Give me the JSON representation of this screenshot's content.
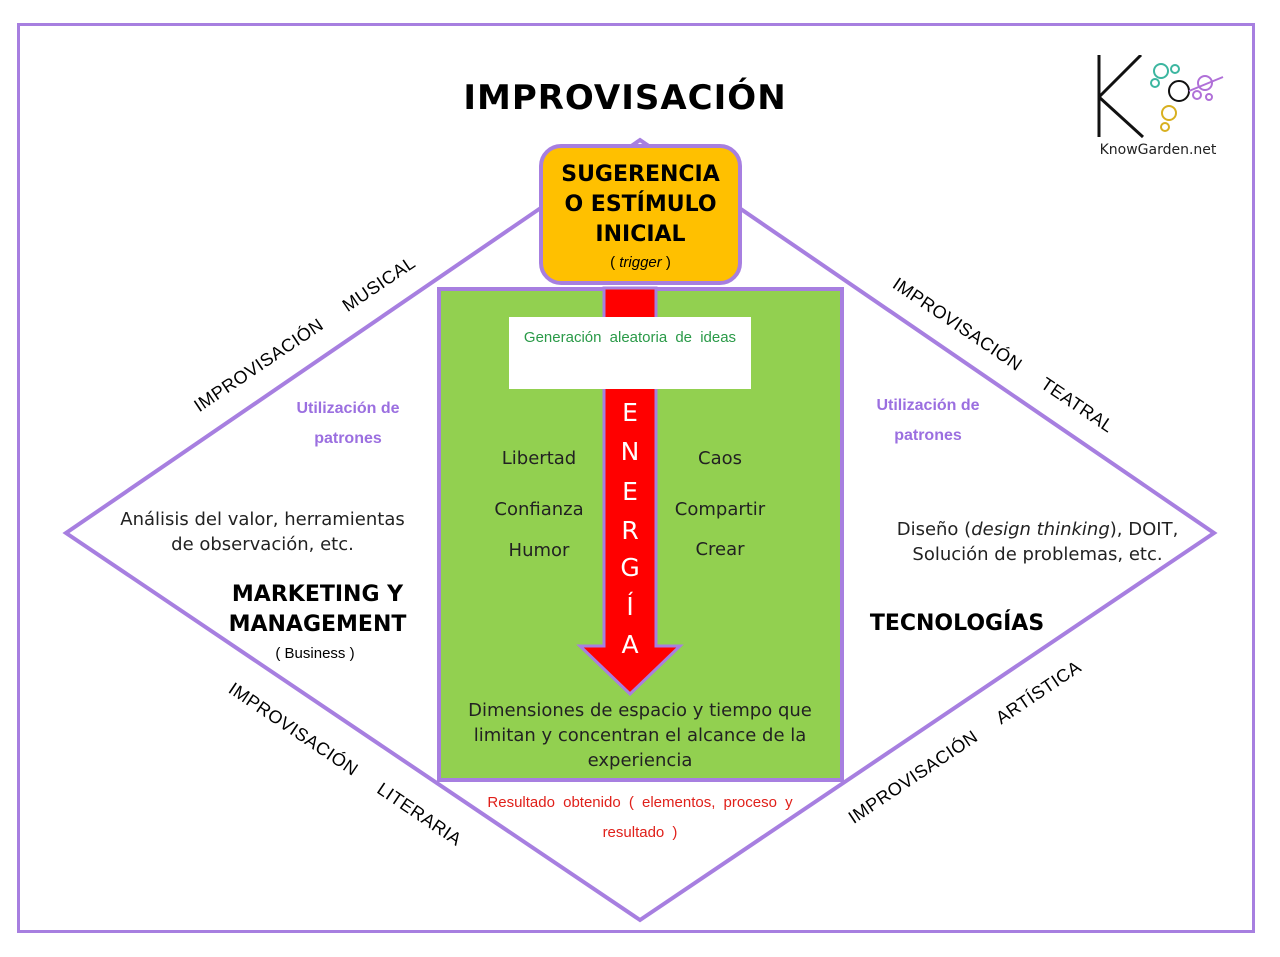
{
  "title": "IMPROVISACIÓN",
  "logo": {
    "text": "KnowGarden.net",
    "letter": "K",
    "icon": "knowgarden-logo"
  },
  "trigger": {
    "lines": [
      "SUGERENCIA",
      "O ESTÍMULO",
      "INICIAL"
    ],
    "sub_open": "( ",
    "sub_italic": "trigger",
    "sub_close": " )"
  },
  "center": {
    "random_ideas": "Generación aleatoria de ideas",
    "energy_letters": [
      "E",
      "N",
      "E",
      "R",
      "G",
      "Í",
      "A"
    ],
    "left_words": [
      "Libertad",
      "Confianza",
      "Humor"
    ],
    "right_words": [
      "Caos",
      "Compartir",
      "Crear"
    ],
    "dimensions": "Dimensiones de espacio y tiempo que limitan y concentran el alcance de la experiencia",
    "result": "Resultado obtenido ( elementos, proceso y resultado )"
  },
  "edges": {
    "musical": "IMPROVISACIÓN     MUSICAL",
    "teatral": "IMPROVISACIÓN     TEATRAL",
    "literaria": "IMPROVISACIÓN     LITERARIA",
    "artistica": "IMPROVISACIÓN     ARTÍSTICA"
  },
  "left": {
    "patterns_line1": "Utilización de",
    "patterns_line2": "patrones",
    "analysis_line1": "Análisis del valor,  herramientas",
    "analysis_line2": "de observación,  etc.",
    "section_line1": "MARKETING Y",
    "section_line2": "MANAGEMENT",
    "section_sub": "( Business )"
  },
  "right": {
    "patterns_line1": "Utilización de",
    "patterns_line2": "patrones",
    "design_pre": "Diseño (",
    "design_italic": "design thinking",
    "design_post": "), DOIT,",
    "design_line2": "Solución de problemas, etc.",
    "section": "TECNOLOGÍAS"
  },
  "colors": {
    "frame": "#a77fe0",
    "trigger": "#ffc000",
    "green": "#92d050",
    "arrow": "#ff0000",
    "result": "#e0201a",
    "patterns": "#9b6fe0",
    "random_ideas": "#2a9a48"
  }
}
